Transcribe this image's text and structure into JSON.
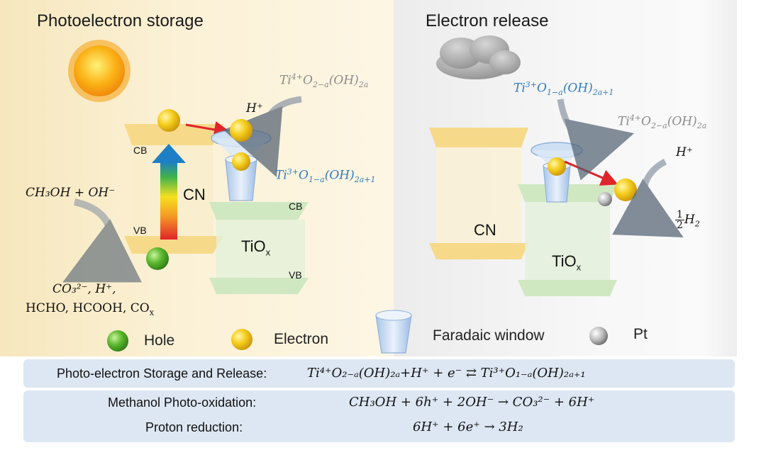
{
  "panels": {
    "left_title": "Photoelectron storage",
    "right_title": "Electron release"
  },
  "left": {
    "cb": "CB",
    "vb": "VB",
    "cn": "CN",
    "tiox_cb": "CB",
    "tiox_vb": "VB",
    "tiox": "TiO",
    "tiox_sub": "x",
    "reactant": "CH₃OH + OH⁻",
    "products_line1": "CO₃²⁻, H⁺,",
    "products_line2": "HCHO, HCOOH, CO",
    "products_sub": "x",
    "hplus": "H⁺",
    "ti4_main": "Ti",
    "ti4_sup": "4+",
    "ti4_rest": "O",
    "ti4_sub": "2−a",
    "ti4_tail": "(OH)",
    "ti4_tail_sub": "2a",
    "ti3_main": "Ti",
    "ti3_sup": "3+",
    "ti3_rest": "O",
    "ti3_sub": "1−a",
    "ti3_tail": "(OH)",
    "ti3_tail_sub": "2a+1"
  },
  "right": {
    "cn": "CN",
    "tiox": "TiO",
    "tiox_sub": "x",
    "hplus": "H⁺",
    "half_num": "1",
    "half_den": "2",
    "h2": "H",
    "h2_sub": "2",
    "ti3_main": "Ti",
    "ti3_sup": "3+",
    "ti3_rest": "O",
    "ti3_sub": "1−a",
    "ti3_tail": "(OH)",
    "ti3_tail_sub": "2a+1",
    "ti4_main": "Ti",
    "ti4_sup": "4+",
    "ti4_rest": "O",
    "ti4_sub": "2−a",
    "ti4_tail": "(OH)",
    "ti4_tail_sub": "2a"
  },
  "legend": {
    "hole": "Hole",
    "electron": "Electron",
    "faradaic": "Faradaic window",
    "pt": "Pt"
  },
  "equations": {
    "storage_label": "Photo-electron Storage and Release:",
    "storage_eq": "Ti⁴⁺O₂₋ₐ(OH)₂ₐ+H⁺ + e⁻ ⇄ Ti³⁺O₁₋ₐ(OH)₂ₐ₊₁",
    "methanol_label": "Methanol Photo-oxidation:",
    "methanol_eq": "CH₃OH + 6h⁺ + 2OH⁻ → CO₃²⁻ + 6H⁺",
    "proton_label": "Proton reduction:",
    "proton_eq": "6H⁺ + 6e⁺ → 3H₂"
  },
  "colors": {
    "cn_band": "#f8d98a",
    "tiox_band": "#cfe8c2",
    "electron": "#f1c40f",
    "hole": "#5cb82e",
    "arrow_red": "#e0242a",
    "ti3_blue": "#2e7bbf",
    "eq_box": "#dde7f3"
  }
}
